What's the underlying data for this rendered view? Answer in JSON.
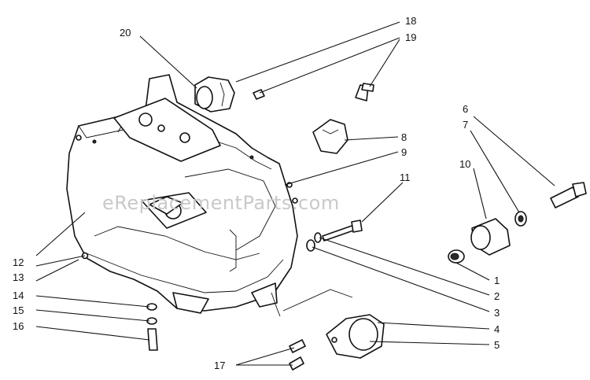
{
  "watermark": "eReplacementParts.com",
  "callouts": [
    {
      "id": "20",
      "label": "20"
    },
    {
      "id": "18",
      "label": "18"
    },
    {
      "id": "19",
      "label": "19"
    },
    {
      "id": "6",
      "label": "6"
    },
    {
      "id": "7",
      "label": "7"
    },
    {
      "id": "8",
      "label": "8"
    },
    {
      "id": "9",
      "label": "9"
    },
    {
      "id": "10",
      "label": "10"
    },
    {
      "id": "11",
      "label": "11"
    },
    {
      "id": "12",
      "label": "12"
    },
    {
      "id": "13",
      "label": "13"
    },
    {
      "id": "14",
      "label": "14"
    },
    {
      "id": "15",
      "label": "15"
    },
    {
      "id": "16",
      "label": "16"
    },
    {
      "id": "17",
      "label": "17"
    },
    {
      "id": "1",
      "label": "1"
    },
    {
      "id": "2",
      "label": "2"
    },
    {
      "id": "3",
      "label": "3"
    },
    {
      "id": "4",
      "label": "4"
    },
    {
      "id": "5",
      "label": "5"
    }
  ]
}
